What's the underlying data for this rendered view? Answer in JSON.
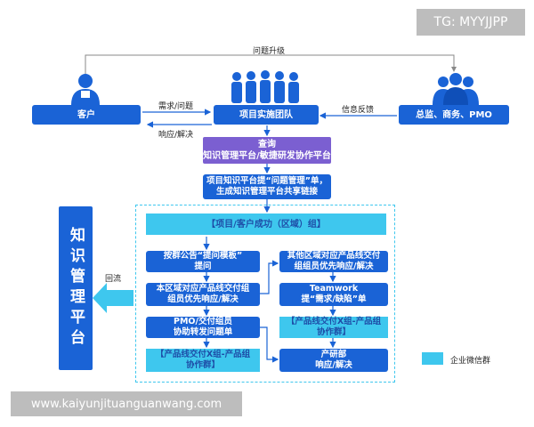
{
  "watermark_top": "TG: MYYJJPP",
  "watermark_bottom": "www.kaiyunjituanguanwang.com",
  "labels": {
    "escalation": "问题升级",
    "request": "需求/问题",
    "response": "响应/解决",
    "feedback": "信息反馈",
    "backflow": "回流"
  },
  "roles": {
    "customer": "客户",
    "team": "项目实施团队",
    "management": "总监、商务、PMO"
  },
  "steps": {
    "query": "查询\n知识管理平台/敏捷研发协作平台",
    "submit": "项目知识平台提“问题管理”单，\n生成知识管理平台共享链接",
    "group": "【项目/客户成功（区域）组】",
    "left1": "按群公告“提问模板”\n提问",
    "left2": "本区域对应产品线交付组\n组员优先响应/解决",
    "left3": "PMO/交付组员\n协助转发问题单",
    "left4": "【产品线交付X组-产品组\n协作群】",
    "right1": "其他区域对应产品线交付\n组组员优先响应/解决",
    "right2": "Teamwork\n提“需求/缺陷”单",
    "right3": "【产品线交付X组-产品组\n协作群】",
    "right4": "产研部\n响应/解决"
  },
  "platform": "知识管理平台",
  "legend": "企业微信群",
  "colors": {
    "primary_blue": "#1a63d6",
    "purple": "#7b5fd1",
    "cyan": "#3ec7ee"
  }
}
